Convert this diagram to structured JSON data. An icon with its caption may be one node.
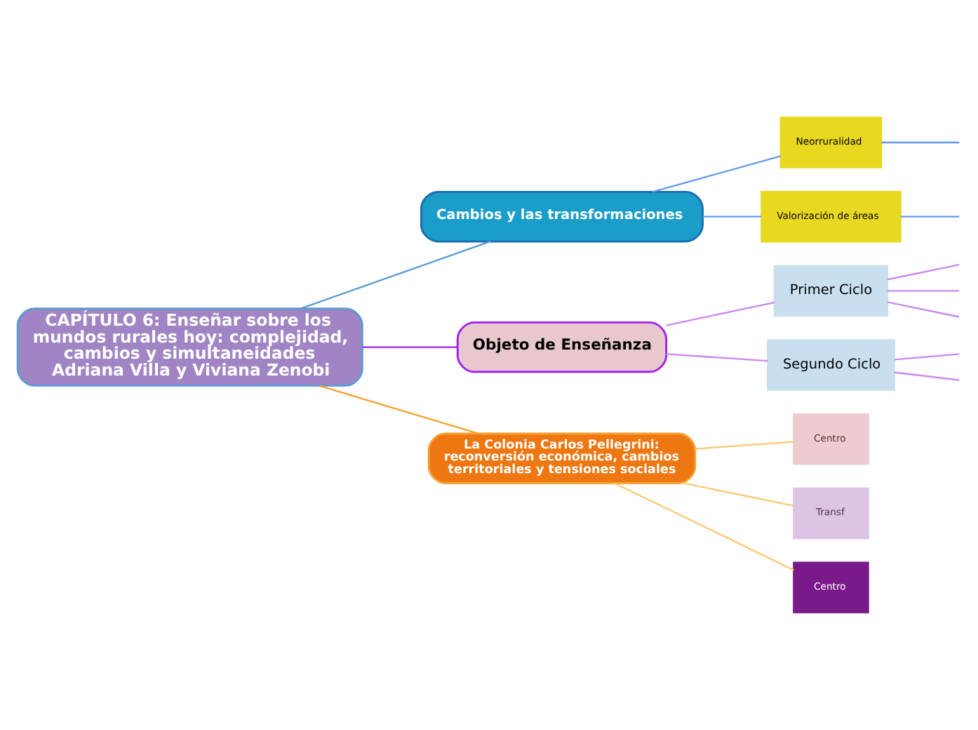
{
  "diagram": {
    "nodes": [
      {
        "text": [
          "CAPÍTULO 6: Enseñar sobre los mundos rurales hoy: complejidad, cambios y simultaneidades",
          "Adriana Villa y Viviana Zenobi"
        ]
      },
      {
        "text": [
          "Cambios y las transformaciones"
        ]
      },
      {
        "text": [
          "Neorruralidad"
        ]
      },
      {
        "text": [
          "Valorización de áreas"
        ]
      },
      {
        "text": [
          "Objeto de Enseñanza"
        ]
      },
      {
        "text": [
          "Primer Ciclo"
        ]
      },
      {
        "text": [
          "Segundo Ciclo"
        ]
      },
      {
        "text": [
          "La Colonia Carlos Pellegrini: reconversión económica, cambios territoriales y tensiones sociales"
        ]
      },
      {
        "text": [
          "Centro"
        ]
      },
      {
        "text": [
          "Transf"
        ]
      },
      {
        "text": [
          "Centro"
        ]
      }
    ],
    "edges": [
      {
        "from": 0,
        "to": 1,
        "arrow": "none",
        "color": "#5b9bd5"
      },
      {
        "from": 1,
        "to": 2,
        "arrow": "none",
        "color": "#6699ee"
      },
      {
        "from": 1,
        "to": 3,
        "arrow": "none",
        "color": "#6699ee"
      },
      {
        "from": 2,
        "to": null,
        "arrow": "none",
        "color": "#6699ee"
      },
      {
        "from": 3,
        "to": null,
        "arrow": "none",
        "color": "#6699ee"
      },
      {
        "from": 0,
        "to": 4,
        "arrow": "none",
        "color": "#a020f0"
      },
      {
        "from": 4,
        "to": 5,
        "arrow": "none",
        "color": "#cc88ee"
      },
      {
        "from": 4,
        "to": 6,
        "arrow": "none",
        "color": "#cc88ee"
      },
      {
        "from": 5,
        "to": null,
        "arrow": "none",
        "color": "#cc88ee"
      },
      {
        "from": 5,
        "to": null,
        "arrow": "none",
        "color": "#cc88ee"
      },
      {
        "from": 5,
        "to": null,
        "arrow": "none",
        "color": "#cc88ee"
      },
      {
        "from": 6,
        "to": null,
        "arrow": "none",
        "color": "#cc88ee"
      },
      {
        "from": 6,
        "to": null,
        "arrow": "none",
        "color": "#cc88ee"
      },
      {
        "from": 0,
        "to": 7,
        "arrow": "none",
        "color": "#f7a030"
      },
      {
        "from": 7,
        "to": 8,
        "arrow": "none",
        "color": "#fcc870"
      },
      {
        "from": 7,
        "to": 9,
        "arrow": "none",
        "color": "#fcc870"
      },
      {
        "from": 7,
        "to": 10,
        "arrow": "none",
        "color": "#fcc870"
      }
    ]
  }
}
